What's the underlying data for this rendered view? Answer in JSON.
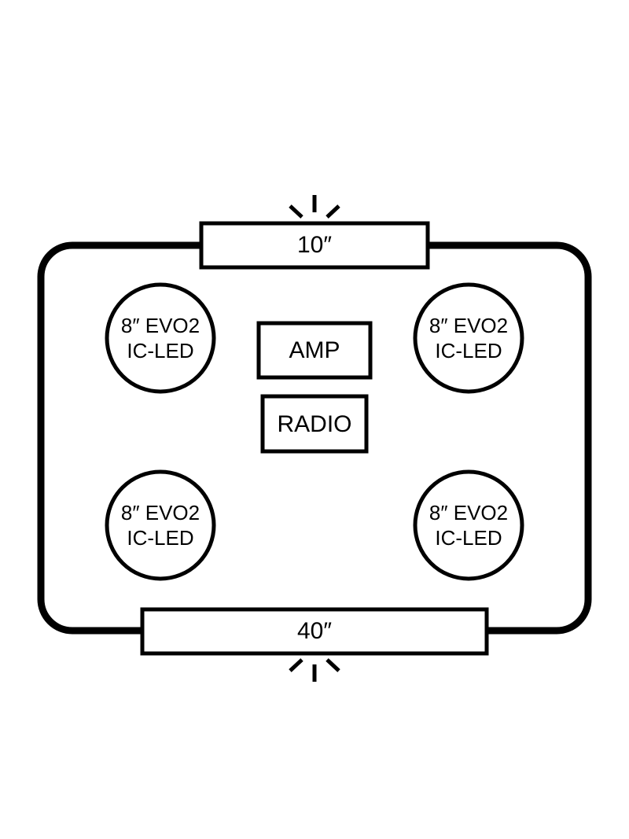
{
  "colors": {
    "stroke": "#000000",
    "background": "#ffffff"
  },
  "light_bars": {
    "top": {
      "label": "10″"
    },
    "bottom": {
      "label": "40″"
    }
  },
  "speakers": [
    {
      "line1": "8″ EVO2",
      "line2": "IC-LED"
    },
    {
      "line1": "8″ EVO2",
      "line2": "IC-LED"
    },
    {
      "line1": "8″ EVO2",
      "line2": "IC-LED"
    },
    {
      "line1": "8″ EVO2",
      "line2": "IC-LED"
    }
  ],
  "components": {
    "amp": {
      "label": "AMP"
    },
    "radio": {
      "label": "RADIO"
    }
  }
}
